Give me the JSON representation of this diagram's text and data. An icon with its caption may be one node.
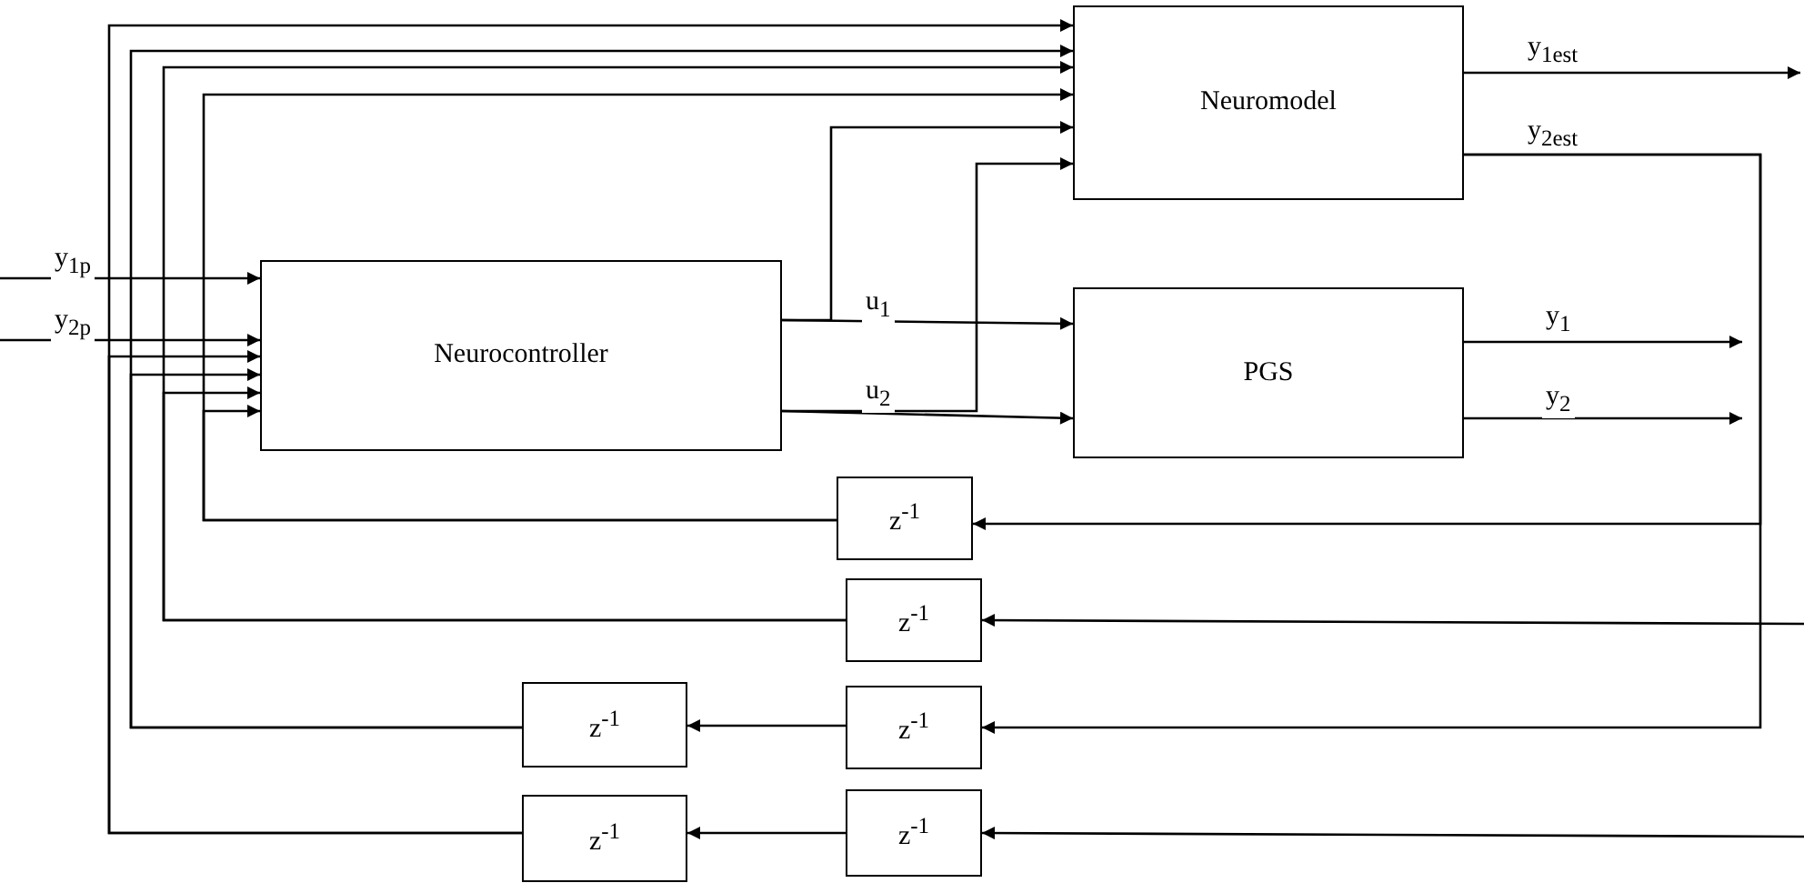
{
  "diagram": {
    "nodes": [
      {
        "text": [
          "Neuromodel"
        ]
      },
      {
        "text": [
          "Neurocontroller"
        ]
      },
      {
        "text": [
          "PGS"
        ]
      },
      {
        "text": [
          "z$^{-1}$"
        ]
      },
      {
        "text": [
          "z$^{-1}$"
        ]
      },
      {
        "text": [
          "z$^{-1}$"
        ]
      },
      {
        "text": [
          "z$^{-1}$"
        ]
      },
      {
        "text": [
          "z$^{-1}$"
        ]
      },
      {
        "text": [
          "z$^{-1}$"
        ]
      }
    ],
    "edges": [
      {
        "from": null,
        "to": 1,
        "arrow": "to",
        "label": "y$_{1p}$"
      },
      {
        "from": null,
        "to": 1,
        "arrow": "to",
        "label": "y$_{2p}$"
      },
      {
        "from": 1,
        "to": 2,
        "arrow": "to",
        "label": "u$_{1}$"
      },
      {
        "from": 1,
        "to": 0,
        "arrow": "to"
      },
      {
        "from": 1,
        "to": 2,
        "arrow": "to",
        "label": "u$_{2}$"
      },
      {
        "from": 1,
        "to": 0,
        "arrow": "to"
      },
      {
        "from": 0,
        "to": null,
        "arrow": "to",
        "label": "y$_{1est}$"
      },
      {
        "from": 0,
        "to": 3,
        "arrow": "to",
        "label": "y$_{2est}$"
      },
      {
        "from": 0,
        "to": 6,
        "arrow": "to"
      },
      {
        "from": 2,
        "to": null,
        "arrow": "to",
        "label": "y$_{1}$"
      },
      {
        "from": 2,
        "to": null,
        "arrow": "to",
        "label": "y$_{2}$"
      },
      {
        "from": null,
        "to": 4,
        "arrow": "to"
      },
      {
        "from": null,
        "to": 8,
        "arrow": "to"
      },
      {
        "from": 6,
        "to": 5,
        "arrow": "to"
      },
      {
        "from": 8,
        "to": 7,
        "arrow": "to"
      },
      {
        "from": 3,
        "to": 1,
        "arrow": "to"
      },
      {
        "from": 3,
        "to": 0,
        "arrow": "to"
      },
      {
        "from": 4,
        "to": 1,
        "arrow": "to"
      },
      {
        "from": 4,
        "to": 0,
        "arrow": "to"
      },
      {
        "from": 5,
        "to": 1,
        "arrow": "to"
      },
      {
        "from": 5,
        "to": 0,
        "arrow": "to"
      },
      {
        "from": 7,
        "to": 1,
        "arrow": "to"
      },
      {
        "from": 7,
        "to": 0,
        "arrow": "to"
      }
    ]
  }
}
